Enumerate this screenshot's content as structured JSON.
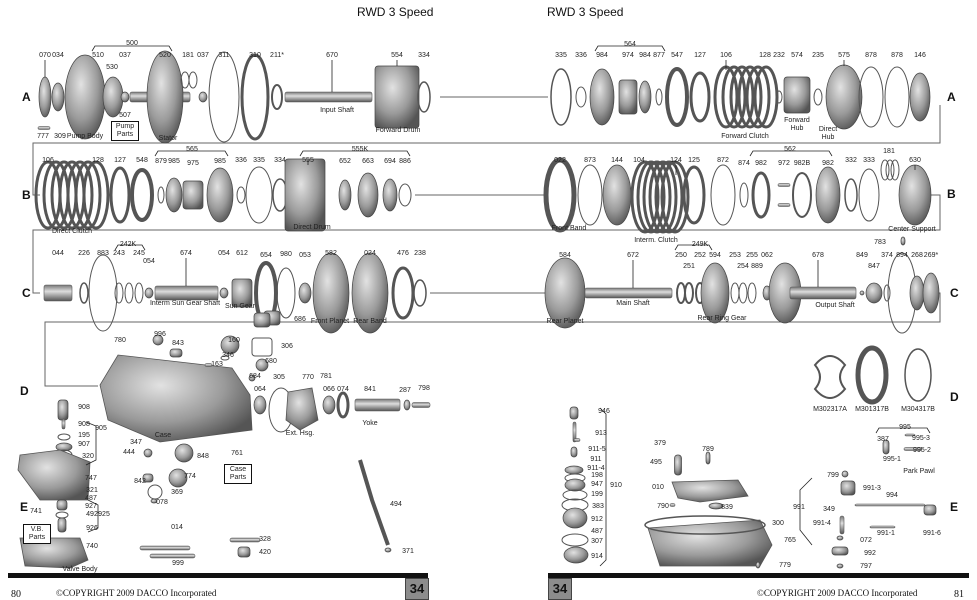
{
  "header": {
    "left_title": "RWD 3 Speed",
    "right_title": "RWD 3 Speed"
  },
  "row_letters": {
    "left": [
      "A",
      "B",
      "C",
      "D",
      "E"
    ],
    "right": [
      "A",
      "B",
      "C",
      "D",
      "E"
    ]
  },
  "rows": {
    "A": {
      "left": {
        "parts": [
          "070",
          "034",
          "510",
          "530",
          "037",
          "520",
          "181",
          "037",
          "311",
          "310",
          "211*",
          "670",
          "554",
          "334",
          "777",
          "309"
        ],
        "groups": [
          "500",
          "507"
        ],
        "names": [
          "Pump Body",
          "Pump Parts",
          "Stator",
          "Input Shaft",
          "Forward Drum"
        ]
      },
      "right": {
        "parts": [
          "335",
          "336",
          "984",
          "974",
          "984",
          "877",
          "547",
          "127",
          "106",
          "128",
          "232",
          "574",
          "235",
          "575",
          "878",
          "878",
          "146"
        ],
        "groups": [
          "564"
        ],
        "names": [
          "Forward Clutch",
          "Forward Hub",
          "Direct Hub"
        ]
      }
    },
    "B": {
      "left": {
        "parts": [
          "106",
          "128",
          "127",
          "548",
          "879",
          "985",
          "975",
          "985",
          "336",
          "335",
          "334",
          "555",
          "652",
          "663",
          "694",
          "886"
        ],
        "groups": [
          "565",
          "555K"
        ],
        "names": [
          "Direct Clutch",
          "Direct Drum"
        ]
      },
      "right": {
        "parts": [
          "022",
          "873",
          "144",
          "104",
          "124",
          "125",
          "872",
          "874",
          "982",
          "972",
          "982B",
          "982",
          "332",
          "333",
          "181",
          "630"
        ],
        "groups": [
          "562"
        ],
        "names": [
          "Front Band",
          "Interm. Clutch",
          "Center Support"
        ]
      }
    },
    "C": {
      "left": {
        "parts": [
          "044",
          "226",
          "883",
          "243",
          "245",
          "054",
          "674",
          "054",
          "612",
          "654",
          "980",
          "053",
          "582",
          "024",
          "476",
          "238",
          "686"
        ],
        "groups": [
          "242K"
        ],
        "names": [
          "Interm Sun Gear Shaft",
          "Sun Gear",
          "Front Planet",
          "Rear Band"
        ]
      },
      "right": {
        "parts": [
          "584",
          "672",
          "250",
          "251",
          "252",
          "594",
          "253",
          "254",
          "255",
          "889",
          "062",
          "678",
          "849",
          "847",
          "374",
          "894",
          "268",
          "269*",
          "783"
        ],
        "groups": [
          "249K"
        ],
        "names": [
          "Rear Planet",
          "Main Shaft",
          "Rear Ring Gear",
          "Output Shaft"
        ]
      }
    },
    "D": {
      "left": {
        "parts": [
          "780",
          "996",
          "843",
          "160",
          "346",
          "163",
          "306",
          "680",
          "684",
          "305",
          "770",
          "781",
          "064",
          "066",
          "074",
          "841",
          "287",
          "798",
          "908",
          "908",
          "905",
          "195",
          "907",
          "320",
          "347",
          "444",
          "848",
          "761"
        ],
        "names": [
          "Case",
          "Ext. Hsg.",
          "Yoke",
          "Case Parts"
        ]
      },
      "right": {
        "parts": [
          "M302317A",
          "M301317B",
          "M304317B"
        ]
      }
    },
    "E": {
      "left": {
        "parts": [
          "747",
          "321",
          "487",
          "927",
          "492",
          "925",
          "926",
          "740",
          "741",
          "842",
          "774",
          "369",
          "078",
          "014",
          "999",
          "328",
          "420",
          "494",
          "371"
        ],
        "names": [
          "V.B. Parts",
          "Valve Body"
        ]
      },
      "right": {
        "parts": [
          "946",
          "913",
          "911-5",
          "911",
          "911-4",
          "198",
          "947",
          "199",
          "383",
          "912",
          "487",
          "307",
          "914",
          "910",
          "379",
          "495",
          "789",
          "010",
          "790",
          "839",
          "300",
          "765",
          "779",
          "995",
          "387",
          "995-3",
          "995-2",
          "995-1",
          "799",
          "991-3",
          "994",
          "349",
          "991",
          "991-4",
          "991-1",
          "991-6",
          "072",
          "992",
          "797"
        ],
        "names": [
          "Park Pawl"
        ]
      }
    }
  },
  "footer": {
    "left_page_number": "80",
    "left_copyright": "©COPYRIGHT 2009 DACCO Incorporated",
    "left_section_box": "34",
    "right_section_box": "34",
    "right_copyright": "©COPYRIGHT 2009 DACCO Incorporated",
    "right_page_number": "81"
  }
}
